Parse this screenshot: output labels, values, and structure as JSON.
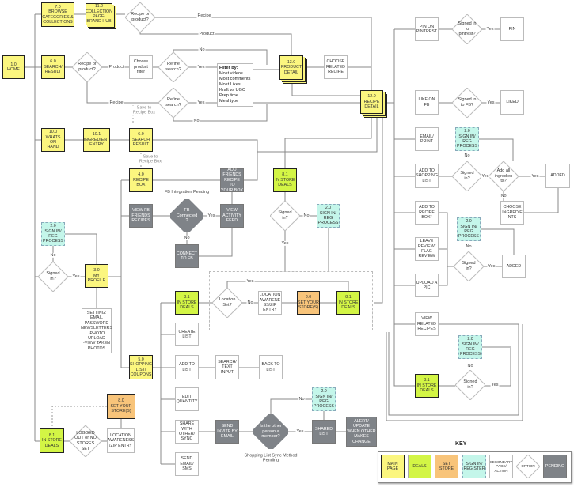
{
  "nodes": {
    "home": "1.0\nHOME",
    "browse": "7.0\nBROWSE\nCATEGORIES &\nCOLLECTIONS",
    "collection": "11.0\nCOLLECTION\nPAGE/\nBRAND HUB",
    "search": "6.0\nSEARCH/\nRESULT",
    "choose_filter": "Choose\nproduct\nfilter",
    "product_detail": "13.0\nPRODUCT\nDETAIL",
    "choose_related": "CHOOSE\nRELATED\nRECIPE",
    "recipe_detail": "12.0\nRECIPE\nDETAIL",
    "whats_on_hand": "10.0\nWHATS ON\nHAND",
    "ingredient_entry": "10.1\nINGREDIENT\nENTRY",
    "search_result": "6.0\nSEARCH\nRESULT",
    "recipe_box": "4.0\nRECIPE\nBOX",
    "add_friends": "ADD\nFRIENDS\nRECIPE TO\nYOUR BOX",
    "deals_top": "8.1\nIN STORE\nDEALS",
    "signin_top": "2.0\nSIGN IN/\nREG\nPROCESS",
    "view_fb": "VIEW FB\nFRIENDS\nRECIPES",
    "view_activity": "VIEW\nACTIVITY\nFEED",
    "connect_fb": "CONNECT\nTO FB",
    "signin_left": "2.0\nSIGN IN/\nREG\nPROCESS",
    "my_profile": "3.0\nMY\nPROFILE",
    "settings": "SETTING:\nEMAIL\nPASSWORD\nNEWSLETTERS\n-PHOTO\nUPLOAD\n-VIEW TAKEN\nPHOTOS",
    "deals_mid": "8.1\nIN STORE\nDEALS",
    "location_mid": "LOCATION\nAWARENE\nSS/ZIP\nENTRY",
    "set_store_mid": "8.0\nSET YOUR\nSTORE(S)",
    "deals_mid2": "8.1\nIN STORE\nDEALS",
    "create_list": "CREATE\nLIST",
    "shopping_list": "5.0\nSHOPPING\nLIST/\nCOUPONS",
    "add_to_list": "ADD TO\nLIST",
    "search_text": "SEARCH/\nTEXT\nINPUT",
    "back_to_list": "BACK TO\nLIST",
    "edit_qty": "EDIT\nQUANTITY",
    "share": "SHARE\nWITH\nOTHER/\nSYNC",
    "send_invite": "SEND\nINVITE BY\nEMAIL",
    "signin_share": "2.0\nSIGN IN/\nREG\nPROCESS",
    "shared_list": "SHARED\nLIST",
    "alert": "ALERT/\nUPDATE\nWHEN OTHER\nMAKES\nCHANGE",
    "send_sms": "SEND\nEMAIL/\nSMS",
    "set_store_low": "8.0\nSET YOUR\nSTORE(S)",
    "deals_low": "8.1\nIN STORE\nDEALS",
    "location_low": "LOCATION\nAWARENESS\n/ZIP ENTRY",
    "pin_on": "PIN ON\nPINTREST",
    "pin": "PIN",
    "like_fb": "LIKE ON\nFB",
    "liked": "LIKED",
    "email_print": "EMAIL/\nPRINT",
    "signin_r1": "2.0\nSIGN IN/\nREG\nPROCESS",
    "add_shopping": "ADD TO\nSHOPPING\nLIST",
    "added1": "ADDED",
    "choose_ingr": "CHOOSE\nINGREDIE\nNTS",
    "add_recipe_box": "ADD TO\nRECIPE\nBOX*",
    "signin_r2": "2.0\nSIGN IN/\nREG\nPROCESS",
    "leave_review": "LEAVE\nREVIEW/\nFLAG\nREVIEW",
    "added2": "ADDED",
    "upload_pic": "UPLOAD A\nPIC",
    "view_related": "VIEW\nRELATED\nRECIPES",
    "signin_r3": "2.0\nSIGN IN/\nREG\nPROCESS",
    "deals_r": "8.1\nIN STORE\nDEALS"
  },
  "decisions": {
    "recipe_or_product_1": "Recipe or\nproduct?",
    "recipe_or_product_2": "Recipe or\nproduct?",
    "refine_1": "Refine\nsearch?",
    "refine_2": "Refine\nsearch?",
    "signed_in_top": "Signed\nin?",
    "fb_connected": "FB\nConnected\n?",
    "signed_in_left": "Signed\nin?",
    "location_set": "Location\nSet?",
    "is_member": "Is the other\nperson a\nmember?",
    "logged_out": "LOGGED\nOUT or NO\nSTORES\nSET",
    "signed_pinterest": "Signed in\nto\npintrest?",
    "signed_fb": "Signed in\nto FB?",
    "signed_shopping": "Signed\nin?",
    "add_all": "Add all\ningredien\nts?",
    "signed_review": "Signed\nin?",
    "signed_deals": "Signed\nin?"
  },
  "filter": {
    "title": "Filter by:",
    "options": [
      "Most videos",
      "Most comments",
      "Most Likes",
      "Kraft vs UGC",
      "Prep time",
      "Meal type"
    ]
  },
  "labels": {
    "recipe_1": "Recipe",
    "product_1": "Product",
    "no_1": "No",
    "yes_1": "Yes",
    "product_2": "Product",
    "recipe_2": "Recipe",
    "yes_2": "Yes",
    "no_2": "No",
    "save_1": "Save to\nRecipe Box",
    "save_2": "Save to\nRecipe Box",
    "fb_pending": "FB Integration Pending",
    "yes_fb": "Yes",
    "no_fb": "No",
    "no_left": "No",
    "yes_left": "Yes",
    "no_top": "No",
    "yes_top": "Yes",
    "yes_loc": "Yes",
    "no_loc": "No",
    "yes_pin": "Yes",
    "yes_like": "Yes",
    "no_r1": "No",
    "yes_shop": "Yes",
    "yes_add": "Yes",
    "no_add": "No",
    "no_r2": "No",
    "yes_rev": "Yes",
    "no_r3": "No",
    "yes_deal": "Yes",
    "no_member": "No",
    "yes_member": "Yes",
    "sync_pending": "Shopping List Sync Method\nPending"
  },
  "key": {
    "title": "KEY",
    "main": "MAIN\nPAGE",
    "deals": "DEALS",
    "set_store": "SET\nSTORE",
    "signin": "SIGN IN/\nREGISTER",
    "secondary": "SECONDARY\nPAGE/\nACTION",
    "option": "OPTION",
    "pending": "PENDING"
  }
}
